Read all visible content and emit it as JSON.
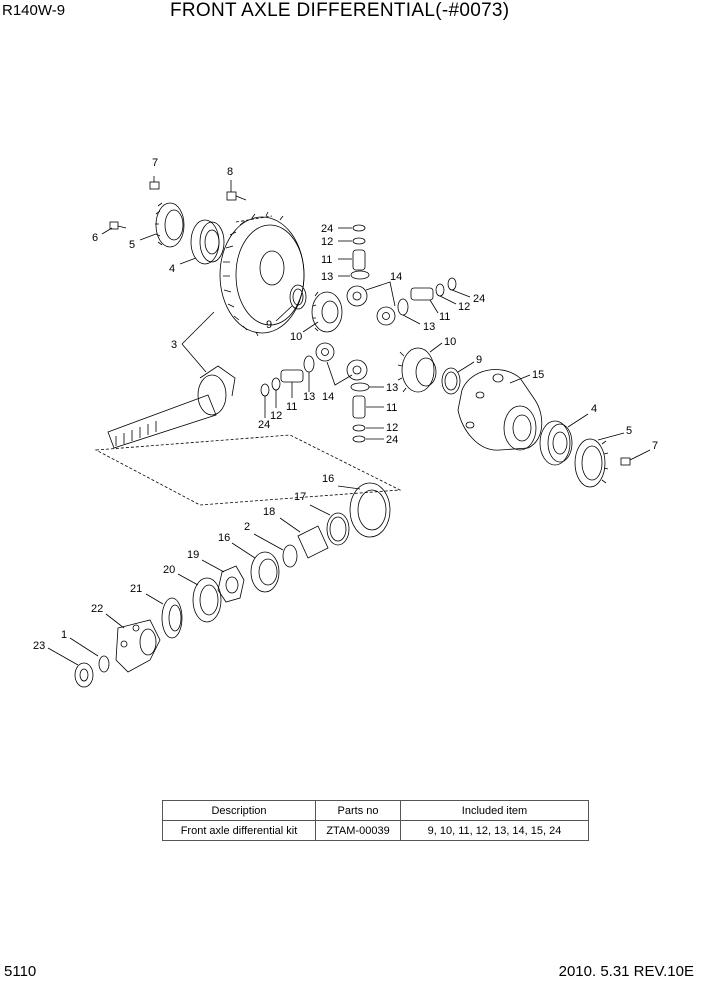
{
  "header": {
    "model": "R140W-9",
    "title": "FRONT AXLE DIFFERENTIAL(-#0073)"
  },
  "footer": {
    "page": "5110",
    "revision": "2010. 5.31  REV.10E"
  },
  "callouts": [
    {
      "id": "c7a",
      "label": "7"
    },
    {
      "id": "c8",
      "label": "8"
    },
    {
      "id": "c6",
      "label": "6"
    },
    {
      "id": "c5a",
      "label": "5"
    },
    {
      "id": "c4a",
      "label": "4"
    },
    {
      "id": "c3",
      "label": "3"
    },
    {
      "id": "c9a",
      "label": "9"
    },
    {
      "id": "c10a",
      "label": "10"
    },
    {
      "id": "c24a",
      "label": "24"
    },
    {
      "id": "c12a",
      "label": "12"
    },
    {
      "id": "c11a",
      "label": "11"
    },
    {
      "id": "c13a",
      "label": "13"
    },
    {
      "id": "c14a",
      "label": "14"
    },
    {
      "id": "c12b",
      "label": "12"
    },
    {
      "id": "c24b",
      "label": "24"
    },
    {
      "id": "c11b",
      "label": "11"
    },
    {
      "id": "c13b",
      "label": "13"
    },
    {
      "id": "c10b",
      "label": "10"
    },
    {
      "id": "c9b",
      "label": "9"
    },
    {
      "id": "c15",
      "label": "15"
    },
    {
      "id": "c24c",
      "label": "24"
    },
    {
      "id": "c12c",
      "label": "12"
    },
    {
      "id": "c11c",
      "label": "11"
    },
    {
      "id": "c13c",
      "label": "13"
    },
    {
      "id": "c14b",
      "label": "14"
    },
    {
      "id": "c13d",
      "label": "13"
    },
    {
      "id": "c11d",
      "label": "11"
    },
    {
      "id": "c12d",
      "label": "12"
    },
    {
      "id": "c24d",
      "label": "24"
    },
    {
      "id": "c4b",
      "label": "4"
    },
    {
      "id": "c5b",
      "label": "5"
    },
    {
      "id": "c7b",
      "label": "7"
    },
    {
      "id": "c16a",
      "label": "16"
    },
    {
      "id": "c17",
      "label": "17"
    },
    {
      "id": "c18",
      "label": "18"
    },
    {
      "id": "c2",
      "label": "2"
    },
    {
      "id": "c16b",
      "label": "16"
    },
    {
      "id": "c19",
      "label": "19"
    },
    {
      "id": "c20",
      "label": "20"
    },
    {
      "id": "c21",
      "label": "21"
    },
    {
      "id": "c22",
      "label": "22"
    },
    {
      "id": "c1",
      "label": "1"
    },
    {
      "id": "c23",
      "label": "23"
    }
  ],
  "kit_table": {
    "headers": [
      "Description",
      "Parts no",
      "Included item"
    ],
    "rows": [
      [
        "Front axle differential kit",
        "ZTAM-00039",
        "9, 10, 11, 12, 13, 14, 15, 24"
      ]
    ]
  }
}
